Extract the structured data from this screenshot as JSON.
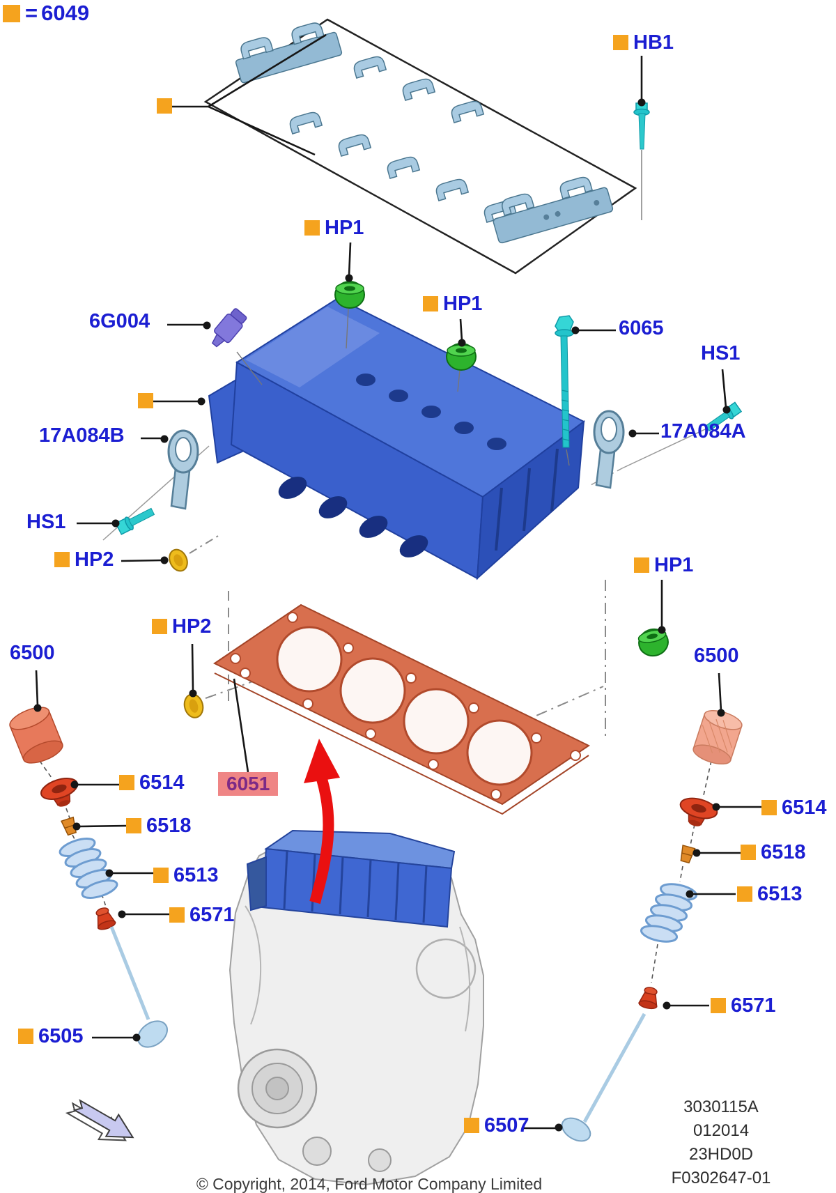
{
  "legend": {
    "equals_sign": "=",
    "part_number": "6049"
  },
  "callouts": {
    "hb1": {
      "label": "HB1",
      "marker": true
    },
    "hp1_top": {
      "label": "HP1",
      "marker": true
    },
    "hp1_mid": {
      "label": "HP1",
      "marker": true
    },
    "hp1_right": {
      "label": "HP1",
      "marker": true
    },
    "hp2_left": {
      "label": "HP2",
      "marker": true
    },
    "hp2_lower": {
      "label": "HP2",
      "marker": true
    },
    "g6004": {
      "label": "6G004",
      "marker": false
    },
    "b6065": {
      "label": "6065",
      "marker": false
    },
    "hs1_left": {
      "label": "HS1",
      "marker": false
    },
    "hs1_right": {
      "label": "HS1",
      "marker": false
    },
    "a17a084b": {
      "label": "17A084B",
      "marker": false
    },
    "a17a084a": {
      "label": "17A084A",
      "marker": false
    },
    "left_6500": {
      "label": "6500",
      "marker": false
    },
    "right_6500": {
      "label": "6500",
      "marker": false
    },
    "left_6514": {
      "label": "6514",
      "marker": true
    },
    "right_6514": {
      "label": "6514",
      "marker": true
    },
    "left_6518": {
      "label": "6518",
      "marker": true
    },
    "right_6518": {
      "label": "6518",
      "marker": true
    },
    "left_6513": {
      "label": "6513",
      "marker": true
    },
    "right_6513": {
      "label": "6513",
      "marker": true
    },
    "left_6571": {
      "label": "6571",
      "marker": true
    },
    "right_6571": {
      "label": "6571",
      "marker": true
    },
    "left_6505": {
      "label": "6505",
      "marker": true
    },
    "gasket_6051": {
      "label": "6051",
      "marker": false,
      "highlighted": true
    },
    "valve_6507": {
      "label": "6507",
      "marker": true
    }
  },
  "ref_block": {
    "lines": [
      "3030115A",
      "012014",
      "23HD0D",
      "F0302647-01"
    ]
  },
  "copyright": "© Copyright, 2014, Ford Motor Company Limited",
  "colors": {
    "label_blue": "#1b1ed2",
    "marker_orange": "#F5A31E",
    "highlight_bg": "#EF8585",
    "highlight_text": "#7D2A86",
    "head_blue": "#3A60CC",
    "carrier_blue": "#A9CBE2",
    "bolt_cyan": "#23C4CB",
    "grommet_green": "#2DB32D",
    "gasket_salmon": "#D86F4E",
    "retainer_red": "#E04524",
    "spring_blue": "#CADEF4",
    "cap_gold": "#EEBC1C",
    "sensor_purple": "#8278DC",
    "arrow_red": "#EA1010",
    "engine_gray": "#ECECEC",
    "nav_arrow_lavender": "#C8C9F0"
  }
}
